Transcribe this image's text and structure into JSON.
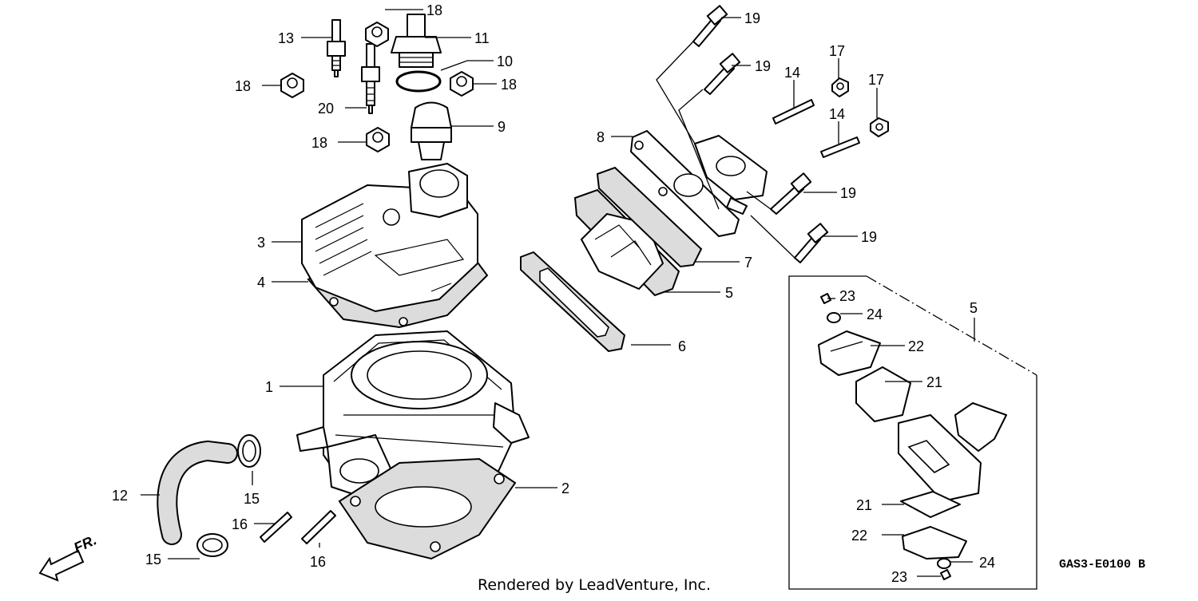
{
  "callouts": {
    "c1": "1",
    "c2": "2",
    "c3": "3",
    "c4": "4",
    "c5": "5",
    "c5b": "5",
    "c6": "6",
    "c7": "7",
    "c8": "8",
    "c9": "9",
    "c10": "10",
    "c11": "11",
    "c12": "12",
    "c13": "13",
    "c14a": "14",
    "c14b": "14",
    "c15a": "15",
    "c15b": "15",
    "c16a": "16",
    "c16b": "16",
    "c17a": "17",
    "c17b": "17",
    "c18a": "18",
    "c18b": "18",
    "c18c": "18",
    "c18d": "18",
    "c19a": "19",
    "c19b": "19",
    "c19c": "19",
    "c19d": "19",
    "c20": "20",
    "c21a": "21",
    "c21b": "21",
    "c22a": "22",
    "c22b": "22",
    "c23a": "23",
    "c23b": "23",
    "c24a": "24",
    "c24b": "24"
  },
  "front_marker": "FR.",
  "credit": "Rendered by LeadVenture, Inc.",
  "diagram_code": "GAS3-E0100 B"
}
